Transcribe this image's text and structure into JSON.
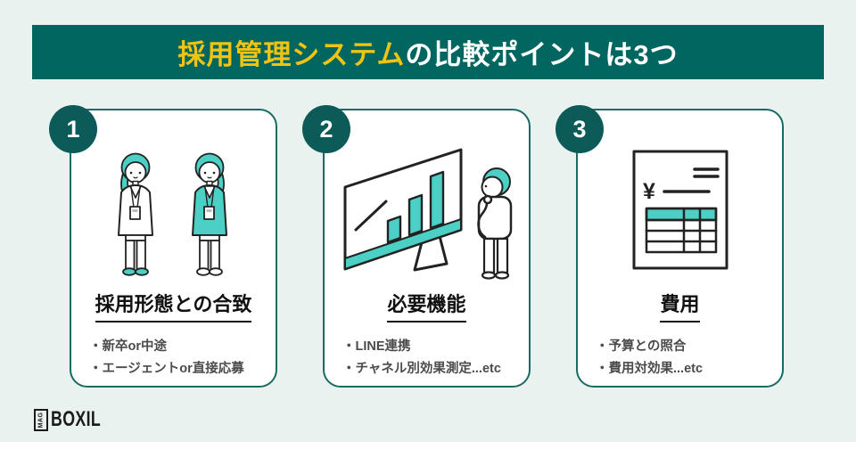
{
  "page": {
    "background_color": "#e9f2ef",
    "bottom_strip_color": "#ffffff"
  },
  "header": {
    "highlight_text": "採用管理システム",
    "rest_text": "の比較ポイントは3つ",
    "background_color": "#01665f",
    "highlight_color": "#f2c412",
    "text_color": "#ffffff"
  },
  "cards": [
    {
      "number": "1",
      "title": "採用形態との合致",
      "bullets": [
        "・新卒or中途",
        "・エージェントor直接応募"
      ],
      "illustration": "two-recruiters"
    },
    {
      "number": "2",
      "title": "必要機能",
      "bullets": [
        "・LINE連携",
        "・チャネル別効果測定...etc"
      ],
      "illustration": "monitor-bar-chart-with-person"
    },
    {
      "number": "3",
      "title": "費用",
      "bullets": [
        "・予算との照合",
        "・費用対効果...etc"
      ],
      "illustration": "invoice"
    }
  ],
  "footer": {
    "logo_mag": "MAG",
    "logo_name": "BOXIL"
  },
  "colors": {
    "card_border": "#186b64",
    "number_badge": "#0d5b58",
    "accent_teal": "#4ccfc4",
    "outline": "#222222",
    "bullet_text": "#4b4b4b",
    "title_text": "#111111"
  }
}
